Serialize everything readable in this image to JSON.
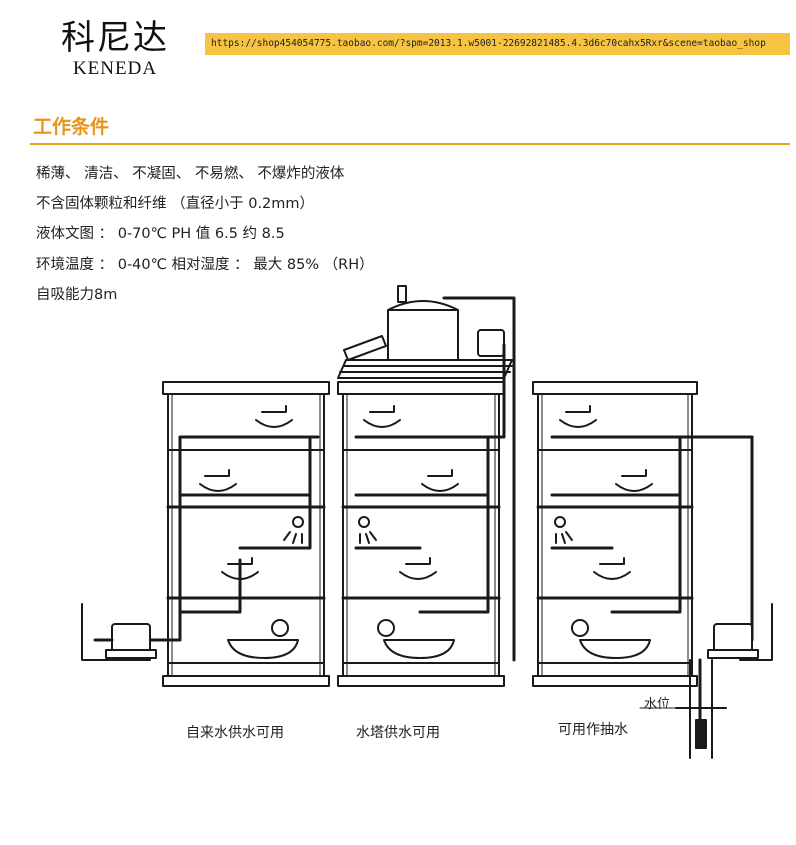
{
  "brand": {
    "name_cn": "科尼达",
    "name_en": "KENEDA"
  },
  "shop_url": "https://shop454054775.taobao.com/?spm=2013.1.w5001-22692821485.4.3d6c70cahx5Rxr&scene=taobao_shop",
  "section_title": "工作条件",
  "conditions": [
    "稀薄、 清洁、 不凝固、 不易燃、 不爆炸的液体",
    "不含固体颗粒和纤维 （直径小于 0.2mm）",
    "液体文图 ： 0-70℃ PH 值 6.5 约 8.5",
    "环境温度 ： 0-40℃ 相对湿度 ： 最大 85% （RH）",
    "自吸能力8m"
  ],
  "diagram": {
    "captions": [
      "自来水供水可用",
      "水塔供水可用",
      "可用作抽水"
    ],
    "water_level_label": "水位"
  }
}
